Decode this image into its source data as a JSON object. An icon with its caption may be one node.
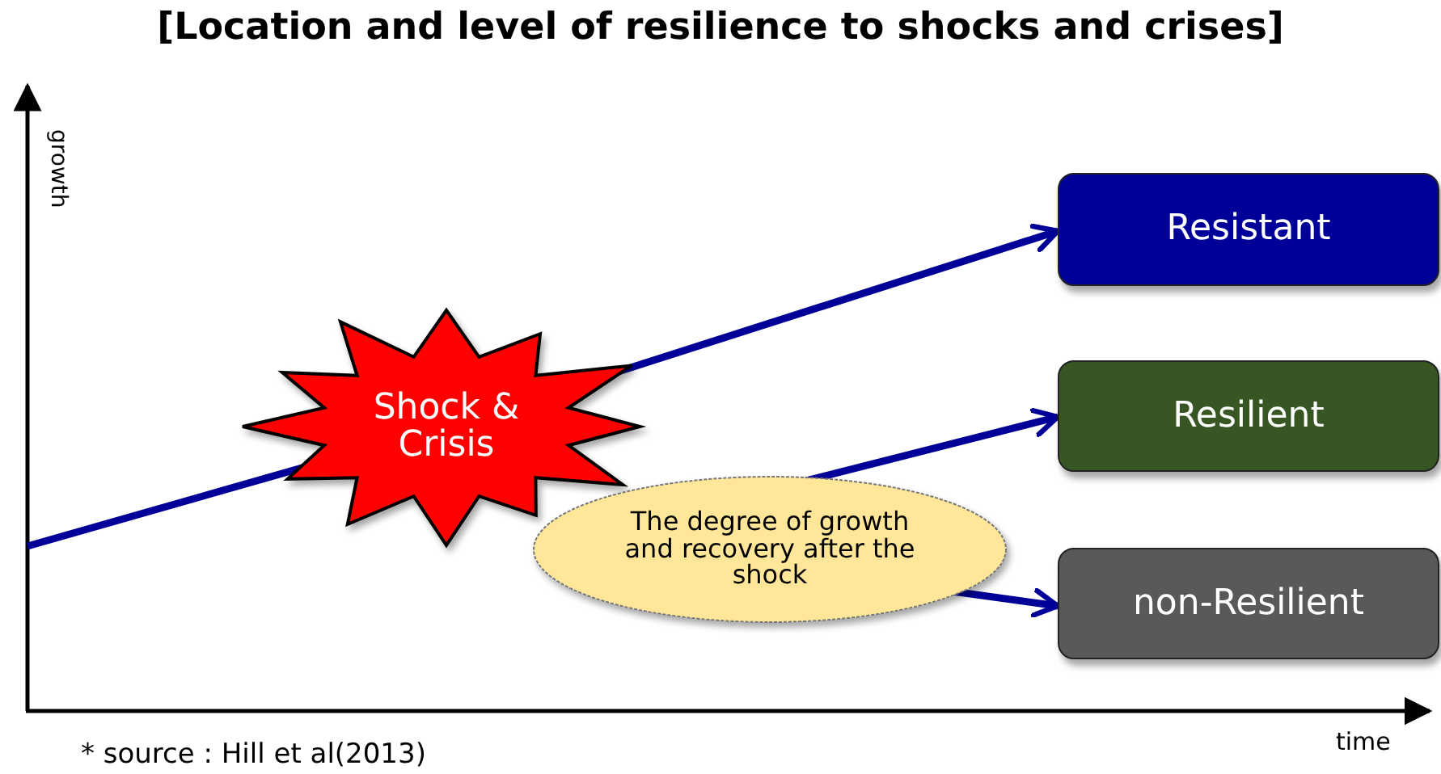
{
  "diagram": {
    "title": "[Location and level of resilience to shocks and crises]",
    "nodes": [
      {
        "text": [
          "Shock & Crisis"
        ]
      },
      {
        "text": [
          "Resistant"
        ]
      },
      {
        "text": [
          "Resilient"
        ]
      },
      {
        "text": [
          "non-Resilient"
        ]
      },
      {
        "text": [
          "The degree of growth and recovery after the shock"
        ]
      }
    ],
    "edges": [
      {
        "from": null,
        "to": 0,
        "arrow": "none"
      },
      {
        "from": 0,
        "to": 1,
        "arrow": "to"
      },
      {
        "from": 4,
        "to": 2,
        "arrow": "to"
      },
      {
        "from": 4,
        "to": 3,
        "arrow": "to"
      }
    ],
    "labels": [
      "growth",
      "time",
      "* source : Hill et al(2013)"
    ]
  }
}
